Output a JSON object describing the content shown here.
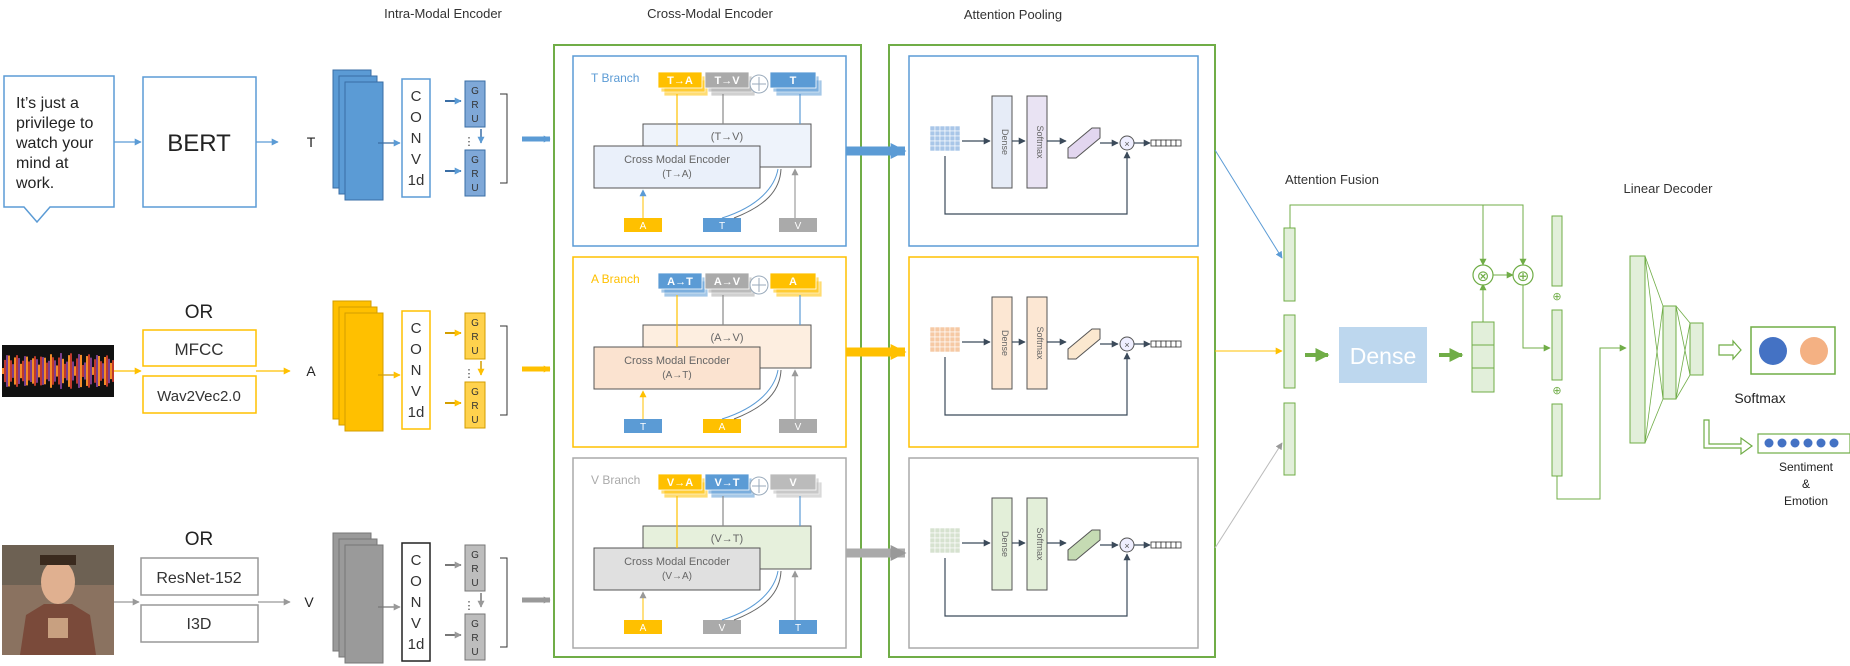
{
  "headers": {
    "intra": "Intra-Modal Encoder",
    "cross": "Cross-Modal Encoder",
    "pool": "Attention Pooling",
    "fusion": "Attention Fusion",
    "decoder": "Linear Decoder"
  },
  "inputs": {
    "speech_lines": [
      "It’s just a",
      "privilege to",
      "watch your",
      "mind at",
      "work."
    ],
    "bert": "BERT",
    "or": "OR",
    "mfcc": "MFCC",
    "wav2vec": "Wav2Vec2.0",
    "resnet": "ResNet-152",
    "i3d": "I3D",
    "t": "T",
    "a": "A",
    "v": "V"
  },
  "conv": [
    "C",
    "O",
    "N",
    "V",
    "1d"
  ],
  "gru": [
    "G",
    "R",
    "U"
  ],
  "gru_dots": "⋮",
  "branches": {
    "t": {
      "name": "T  Branch",
      "chips": [
        "T→A",
        "T→V",
        "T"
      ],
      "inner": "(T→V)",
      "enc": "Cross Modal Encoder",
      "enc_sub": "(T→A)",
      "in": [
        "A",
        "T",
        "V"
      ]
    },
    "a": {
      "name": "A  Branch",
      "chips": [
        "A→T",
        "A→V",
        "A"
      ],
      "inner": "(A→V)",
      "enc": "Cross Modal Encoder",
      "enc_sub": "(A→T)",
      "in": [
        "T",
        "A",
        "V"
      ]
    },
    "v": {
      "name": "V  Branch",
      "chips": [
        "V→A",
        "V→T",
        "V"
      ],
      "inner": "(V→T)",
      "enc": "Cross Modal Encoder",
      "enc_sub": "(V→A)",
      "in": [
        "A",
        "V",
        "T"
      ]
    }
  },
  "pool": {
    "dense": "Dense",
    "softmax": "Softmax",
    "mult": "×"
  },
  "fusion": {
    "dense": "Dense",
    "mult": "⊗",
    "add": "⊕"
  },
  "output": {
    "softmax": "Softmax",
    "task_lines": [
      "Sentiment",
      "&",
      "Emotion"
    ]
  },
  "colors": {
    "blue": "#5b9bd5",
    "yellow": "#ffc000",
    "gray": "#a6a6a6",
    "green": "#70ad47",
    "green_fill": "#e2efda",
    "dense_blue": "#bdd7ee",
    "orange_circle": "#f4b183",
    "blue_circle": "#4472c4"
  }
}
